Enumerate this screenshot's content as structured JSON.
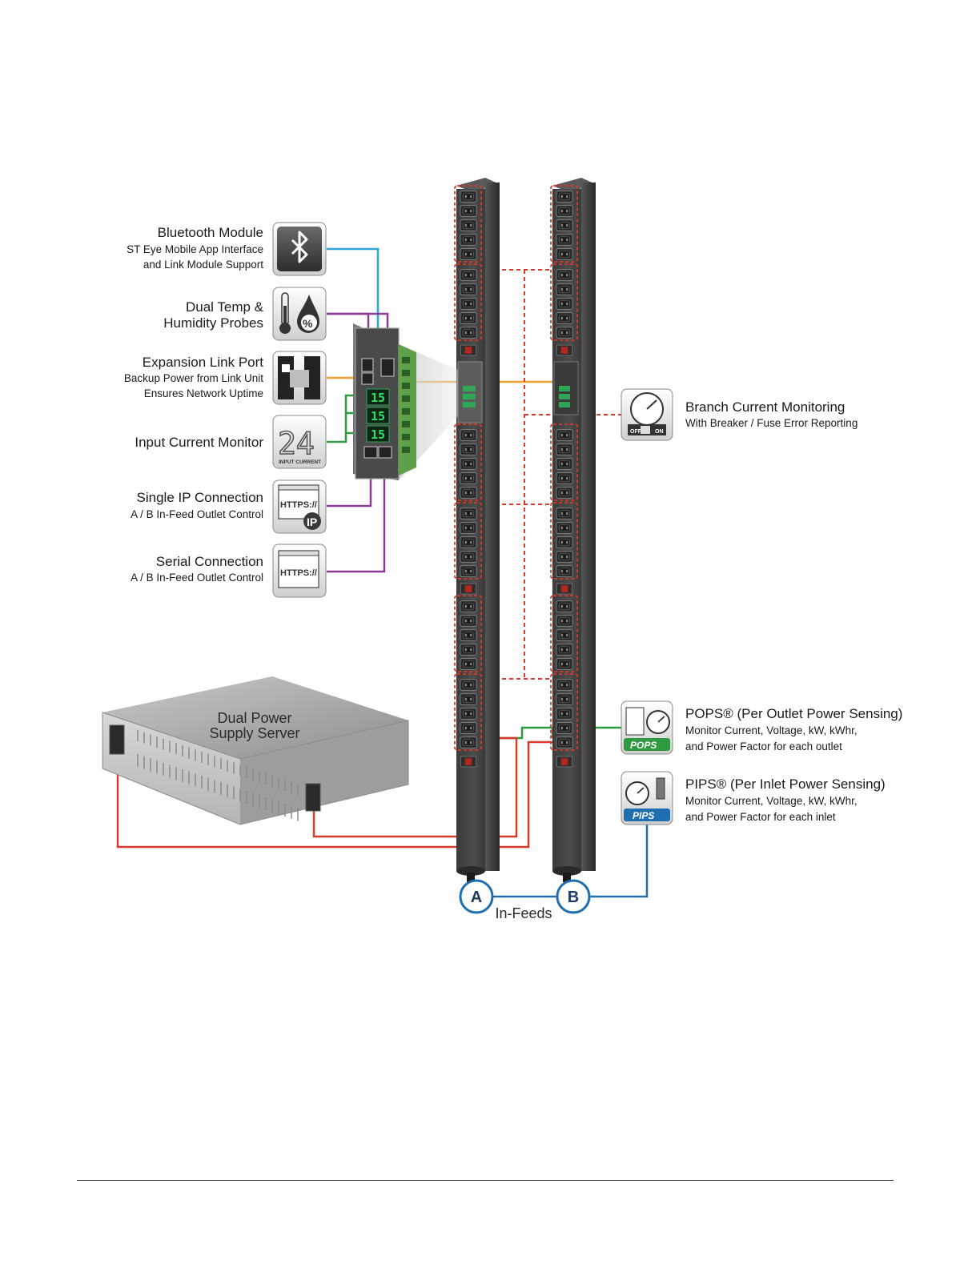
{
  "labels": {
    "bluetooth_title": "Bluetooth Module",
    "bluetooth_sub1": "ST Eye Mobile App Interface",
    "bluetooth_sub2": "and Link Module Support",
    "temp_title1": "Dual Temp &",
    "temp_title2": "Humidity Probes",
    "expansion_title": "Expansion Link Port",
    "expansion_sub1": "Backup Power from Link Unit",
    "expansion_sub2": "Ensures Network Uptime",
    "input_current_title": "Input Current Monitor",
    "single_ip_title": "Single IP Connection",
    "single_ip_sub": "A / B In-Feed Outlet Control",
    "serial_title": "Serial Connection",
    "serial_sub": "A / B In-Feed Outlet Control",
    "branch_title": "Branch Current Monitoring",
    "branch_sub": "With Breaker / Fuse Error Reporting",
    "pops_title": "POPS® (Per Outlet Power Sensing)",
    "pops_sub1": "Monitor Current, Voltage, kW, kWhr,",
    "pops_sub2": "and Power Factor for each outlet",
    "pips_title": "PIPS® (Per Inlet Power Sensing)",
    "pips_sub1": "Monitor Current, Voltage, kW, kWhr,",
    "pips_sub2": "and Power Factor for each inlet",
    "server_line1": "Dual Power",
    "server_line2": "Supply Server",
    "infeed_a": "A",
    "infeed_b": "B",
    "infeeds": "In-Feeds"
  },
  "icons": {
    "input_current_digits": "24",
    "input_current_caption": "INPUT CURRENT",
    "https_label": "HTTPS://",
    "ip_label": "IP",
    "pops_badge": "POPS",
    "pips_badge": "PIPS",
    "percent": "%",
    "off": "OFF",
    "on": "ON"
  },
  "display_readouts": [
    "15",
    "15",
    "15"
  ],
  "colors": {
    "bluetooth_line": "#2aa7d6",
    "probe_line": "#8b3a95",
    "expansion_line": "#f0a030",
    "current_line": "#2f9a3f",
    "power_line": "#d93a2a",
    "branch_line": "#d93a2a",
    "pips_line": "#1f6fb0"
  }
}
